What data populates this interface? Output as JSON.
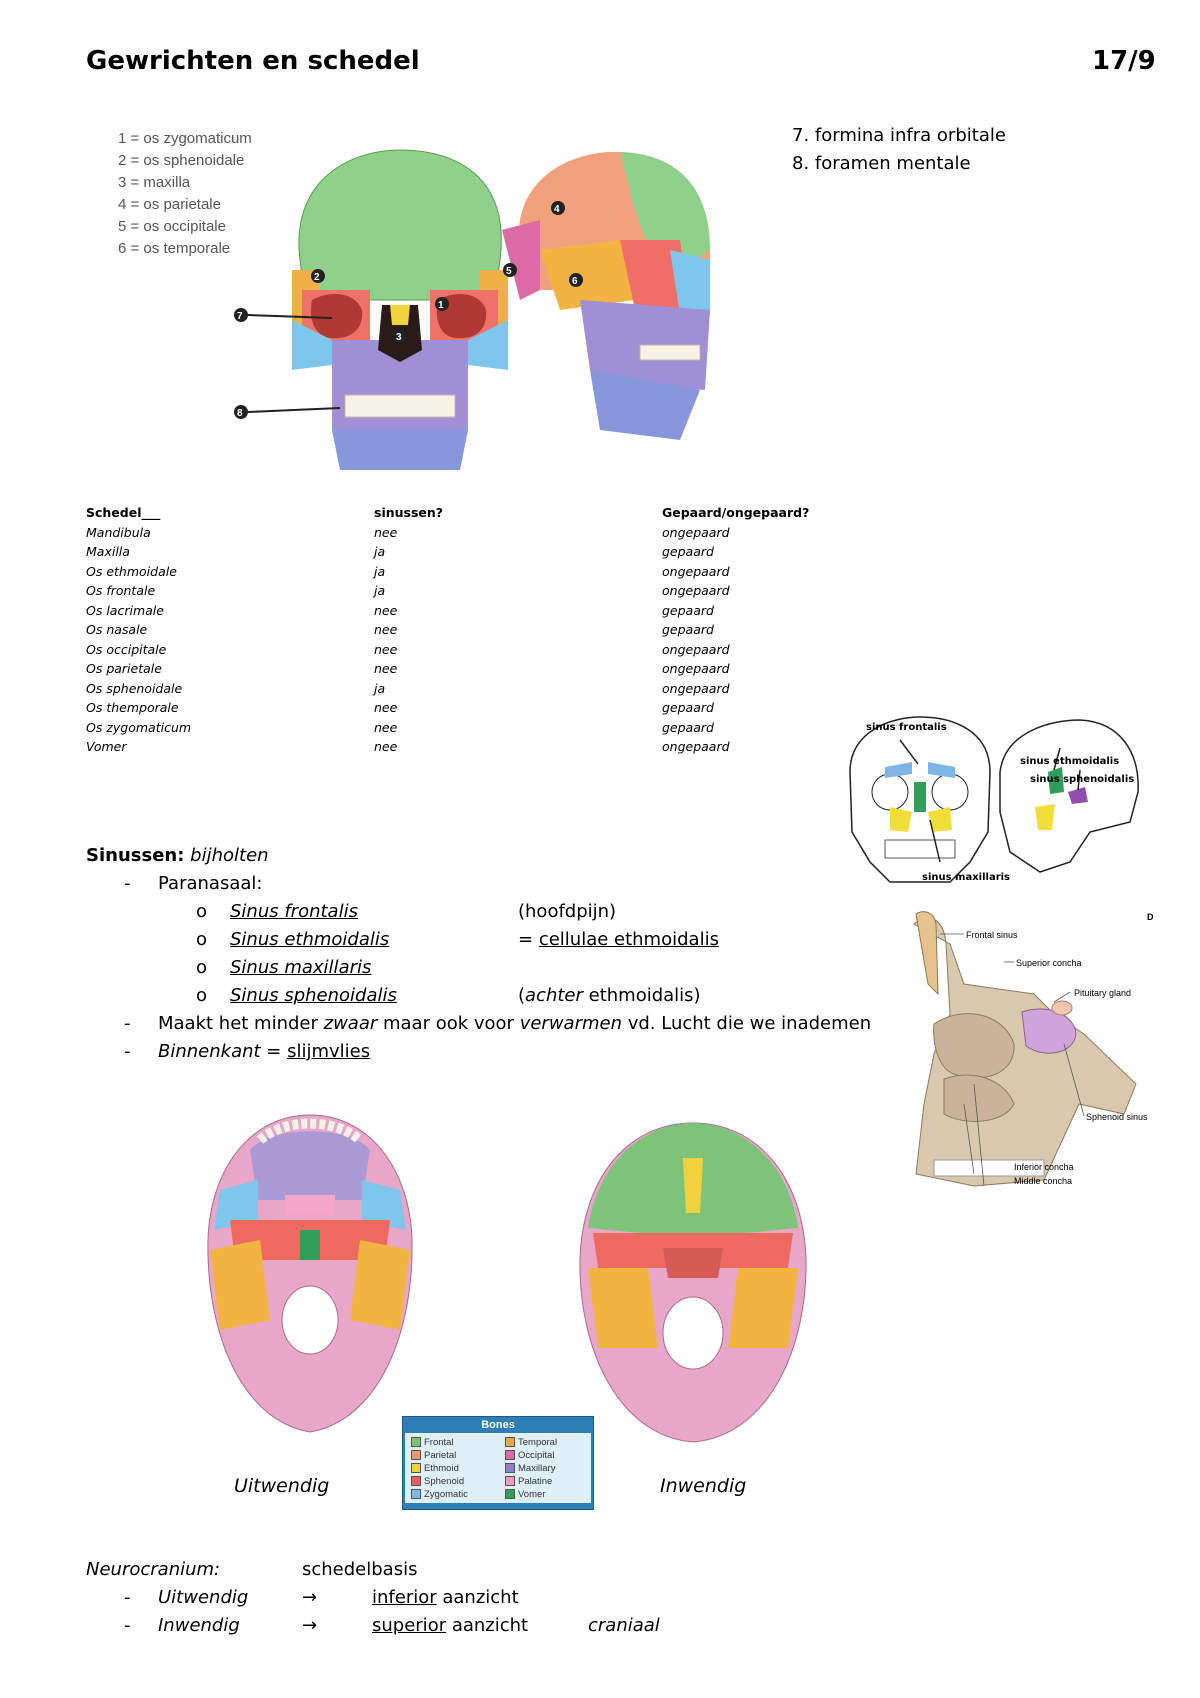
{
  "header": {
    "title": "Gewrichten en schedel",
    "date": "17/9"
  },
  "bone_legend": [
    "1 = os zygomaticum",
    "2 = os sphenoidale",
    "3 = maxilla",
    "4 = os parietale",
    "5 = os occipitale",
    "6 = os temporale"
  ],
  "notes": [
    "7. formina infra orbitale",
    "8. foramen mentale"
  ],
  "skull_markers": [
    "1",
    "2",
    "3",
    "4",
    "5",
    "6",
    "7",
    "8"
  ],
  "table": {
    "headers": [
      "Schedel___",
      "sinussen?",
      "Gepaard/ongepaard?"
    ],
    "rows": [
      [
        "Mandibula",
        "nee",
        "ongepaard"
      ],
      [
        "Maxilla",
        "ja",
        "gepaard"
      ],
      [
        "Os ethmoidale",
        "ja",
        "ongepaard"
      ],
      [
        "Os frontale",
        "ja",
        "ongepaard"
      ],
      [
        "Os lacrimale",
        "nee",
        "gepaard"
      ],
      [
        "Os nasale",
        "nee",
        "gepaard"
      ],
      [
        "Os occipitale",
        "nee",
        "ongepaard"
      ],
      [
        "Os parietale",
        "nee",
        "ongepaard"
      ],
      [
        "Os sphenoidale",
        "ja",
        "ongepaard"
      ],
      [
        "Os themporale",
        "nee",
        "gepaard"
      ],
      [
        "Os zygomaticum",
        "nee",
        "gepaard"
      ],
      [
        "Vomer",
        "nee",
        "ongepaard"
      ]
    ]
  },
  "sinus_figure": {
    "labels": [
      "sinus frontalis",
      "sinus ethmoidalis",
      "sinus sphenoidalis",
      "sinus maxillaris"
    ]
  },
  "sagittal_figure": {
    "panel_letter": "D",
    "labels": [
      "Frontal sinus",
      "Superior concha",
      "Pituitary gland",
      "Sphenoid sinus",
      "Inferior concha",
      "Middle concha"
    ]
  },
  "sinussen": {
    "heading": "Sinussen:",
    "heading_translation": "bijholten",
    "paranasaal": "Paranasaal:",
    "items": [
      {
        "name": "Sinus frontalis",
        "note": "(hoofdpijn)"
      },
      {
        "name": "Sinus ethmoidalis",
        "note_prefix": "= ",
        "note_underlined": "cellulae ethmoidalis"
      },
      {
        "name": "Sinus maxillaris"
      },
      {
        "name": "Sinus sphenoidalis",
        "note_open": "(",
        "note_italic": "achter",
        "note_rest": " ethmoidalis)"
      }
    ],
    "bullet_symbol": "o",
    "dash": "-",
    "line2": {
      "p1": "Maakt het minder ",
      "i1": "zwaar",
      "p2": " maar ook voor ",
      "i2": "verwarmen",
      "p3": " vd. Lucht die we inademen"
    },
    "line3": {
      "i": "Binnenkant",
      "eq": " = ",
      "u": "slijmvlies"
    }
  },
  "skull_base": {
    "caption_left": "Uitwendig",
    "caption_right": "Inwendig",
    "legend_title": "Bones",
    "legend_items": [
      {
        "label": "Frontal",
        "color": "#7cc47a"
      },
      {
        "label": "Parietal",
        "color": "#e79a6c"
      },
      {
        "label": "Ethmoid",
        "color": "#f2d13c"
      },
      {
        "label": "Sphenoid",
        "color": "#e9605b"
      },
      {
        "label": "Zygomatic",
        "color": "#76b9e6"
      },
      {
        "label": "Temporal",
        "color": "#f1a93f"
      },
      {
        "label": "Occipital",
        "color": "#dc6aa4"
      },
      {
        "label": "Maxillary",
        "color": "#8f7fc4"
      },
      {
        "label": "Palatine",
        "color": "#f09ac6"
      },
      {
        "label": "Vomer",
        "color": "#2f9e5b"
      }
    ]
  },
  "neurocranium": {
    "label": "Neurocranium:",
    "value": "schedelbasis",
    "rows": [
      {
        "left": "Uitwendig",
        "arrow": "→",
        "u": "inferior",
        "rest": " aanzicht",
        "extra": ""
      },
      {
        "left": "Inwendig",
        "arrow": "→",
        "u": "superior",
        "rest": " aanzicht",
        "extra": "craniaal"
      }
    ]
  }
}
